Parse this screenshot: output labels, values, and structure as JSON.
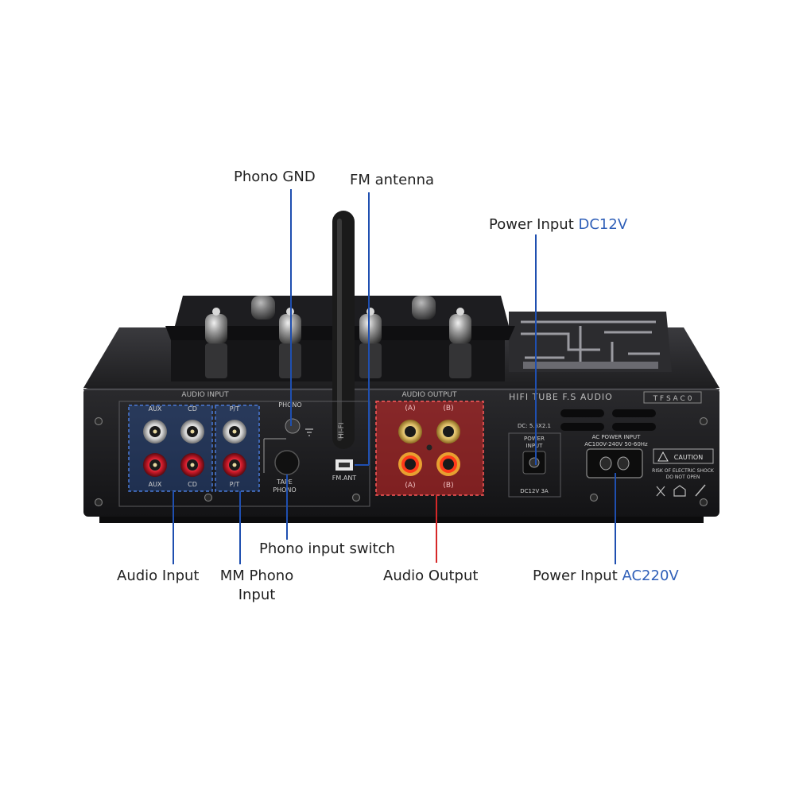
{
  "colors": {
    "background": "#ffffff",
    "label_text": "#222222",
    "accent_text": "#2f5fb8",
    "leader_blue": "#1f4fb0",
    "leader_red": "#d62828",
    "chassis": "#1b1b1d",
    "input_highlight": "#2f5fb8",
    "output_highlight": "#d62828"
  },
  "callouts": {
    "phono_gnd": "Phono GND",
    "fm_antenna": "FM antenna",
    "power_dc": {
      "text": "Power Input ",
      "accent": "DC12V"
    },
    "phono_switch": "Phono input switch",
    "audio_input": "Audio Input",
    "mm_phono": {
      "line1": "MM Phono",
      "line2": "Input"
    },
    "audio_output": "Audio Output",
    "power_ac": {
      "text": "Power Input ",
      "accent": "AC220V"
    }
  },
  "panel": {
    "audio_input_title": "AUDIO INPUT",
    "aux_top": "AUX",
    "cd_top": "CD",
    "pt_top": "P/T",
    "aux_bottom": "AUX",
    "cd_bottom": "CD",
    "pt_bottom": "P/T",
    "phono_gnd": "PHONO",
    "tape": "TAPE",
    "phono": "PHONO",
    "fm_ant": "FM.ANT",
    "antenna_text": "HI-FI",
    "audio_output_title": "AUDIO OUTPUT",
    "out_a_top": "(A)",
    "out_b_top": "(B)",
    "out_a_bottom": "(A)",
    "out_b_bottom": "(B)",
    "brand": "HIFI TUBE F.S AUDIO",
    "model": "T F S A C 0",
    "dc_spec": "DC: 5.5X2.1",
    "power_input_label_1": "POWER",
    "power_input_label_2": "INPUT",
    "dc_rating": "DC12V 3A",
    "ac_label": "AC POWER INPUT",
    "ac_spec": "AC100V-240V 50-60Hz",
    "caution": "CAUTION",
    "warning_1": "RISK OF ELECTRIC SHOCK",
    "warning_2": "DO NOT OPEN"
  }
}
